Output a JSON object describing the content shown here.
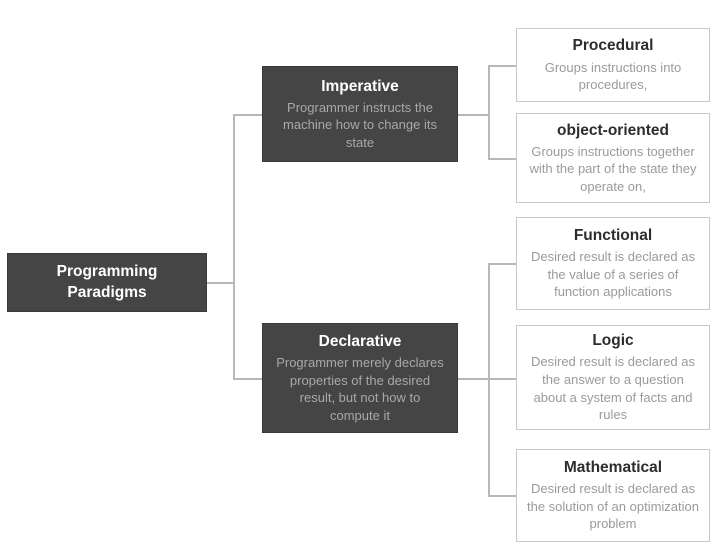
{
  "diagram": {
    "colors": {
      "parent_node_bg": "#454545",
      "parent_title_text": "#ffffff",
      "parent_desc_text": "#a8a8a8",
      "child_node_bg": "#ffffff",
      "child_node_border": "#c9c9c9",
      "child_title_text": "#2d2d2d",
      "child_desc_text": "#9a9a9a",
      "connector_line": "#b8b8b8"
    },
    "root": {
      "title": "Programming\nParadigms"
    },
    "branches": [
      {
        "title": "Imperative",
        "description": "Programmer instructs the machine how to change its state",
        "children": [
          {
            "title": "Procedural",
            "description": "Groups instructions into procedures,"
          },
          {
            "title": "object-oriented",
            "description": "Groups instructions together with the part of the state they operate on,"
          }
        ]
      },
      {
        "title": "Declarative",
        "description": "Programmer merely declares properties of the desired result, but not how to compute it",
        "children": [
          {
            "title": "Functional",
            "description": "Desired result is declared as the value of a series of function applications"
          },
          {
            "title": "Logic",
            "description": "Desired result is declared as the answer to a question about a system of facts and rules"
          },
          {
            "title": "Mathematical",
            "description": "Desired result is declared as the solution of an optimization problem"
          }
        ]
      }
    ]
  }
}
